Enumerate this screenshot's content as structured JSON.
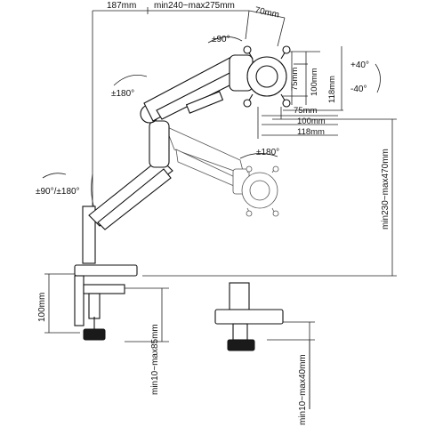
{
  "dimensions": {
    "top_reach_min": "187mm",
    "top_reach_range": "min240~max275mm",
    "top_depth": "70mm",
    "height_range": "min230~max470mm",
    "clamp_height": "100mm",
    "clamp_range": "min10~max85mm",
    "grommet_range": "min10~max40mm",
    "vesa_v75": "75mm",
    "vesa_v100": "100mm",
    "vesa_v118": "118mm",
    "vesa_h75": "75mm",
    "vesa_h100": "100mm",
    "vesa_h118": "118mm"
  },
  "rotations": {
    "head_rotate": "±90°",
    "tilt_up": "+40°",
    "tilt_down": "-40°",
    "elbow_swivel": "±180°",
    "head_swivel": "±180°",
    "base_swivel": "±90°/±180°"
  }
}
